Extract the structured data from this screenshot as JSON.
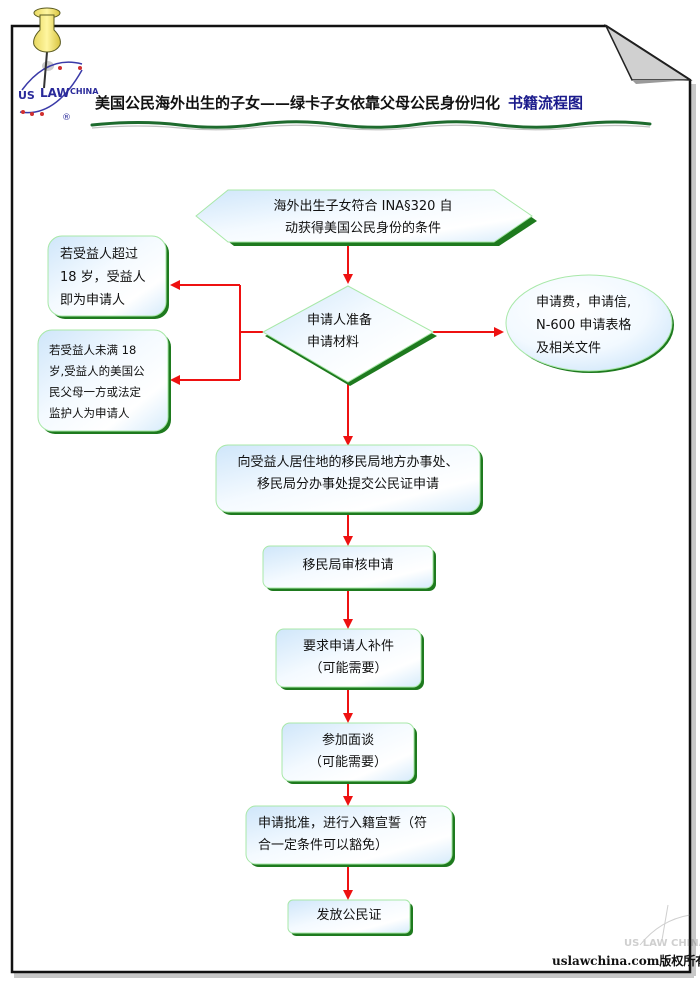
{
  "header": {
    "logo": {
      "us": "US",
      "law": "LAW",
      "china": "CHINA",
      "registered": "®"
    },
    "title_main": "美国公民海外出生的子女——绿卡子女依靠父母公民身份归化",
    "title_accent": "书籍流程图",
    "pin_icon": "pushpin-icon"
  },
  "colors": {
    "arrow": "#ee1111",
    "shadow": "#1e7a1e",
    "node_border": "#a8e8a8",
    "node_fill_top": "#d6ecfb",
    "node_fill_bottom": "#ffffff",
    "title_accent": "#1a1a8c",
    "frame": "#111111"
  },
  "flowchart": {
    "start": {
      "lines": [
        "海外出生子女符合 INA§320 自",
        "动获得美国公民身份的条件"
      ]
    },
    "prepare": {
      "lines": [
        "申请人准备",
        "申请材料"
      ]
    },
    "materials": {
      "lines": [
        "申请费，申请信,",
        "N-600  申请表格",
        "及相关文件"
      ]
    },
    "over18": {
      "lines": [
        "若受益人超过",
        "18  岁，受益人",
        "即为申请人"
      ]
    },
    "under18": {
      "lines": [
        "若受益人未满  18",
        "岁,受益人的美国公",
        "民父母一方或法定",
        "监护人为申请人"
      ]
    },
    "submit": {
      "lines": [
        "向受益人居住地的移民局地方办事处、",
        "移民局分办事处提交公民证申请"
      ]
    },
    "review": {
      "lines": [
        "移民局审核申请"
      ]
    },
    "supplement": {
      "lines": [
        "要求申请人补件",
        "（可能需要）"
      ]
    },
    "interview": {
      "lines": [
        "参加面谈",
        "（可能需要）"
      ]
    },
    "approval": {
      "lines": [
        "申请批准，进行入籍宣誓（符",
        "合一定条件可以豁免）"
      ]
    },
    "certificate": {
      "lines": [
        "发放公民证"
      ]
    }
  },
  "footer": {
    "copyright": "uslawchina.com版权所有",
    "watermark": "US LAW CHINA"
  }
}
